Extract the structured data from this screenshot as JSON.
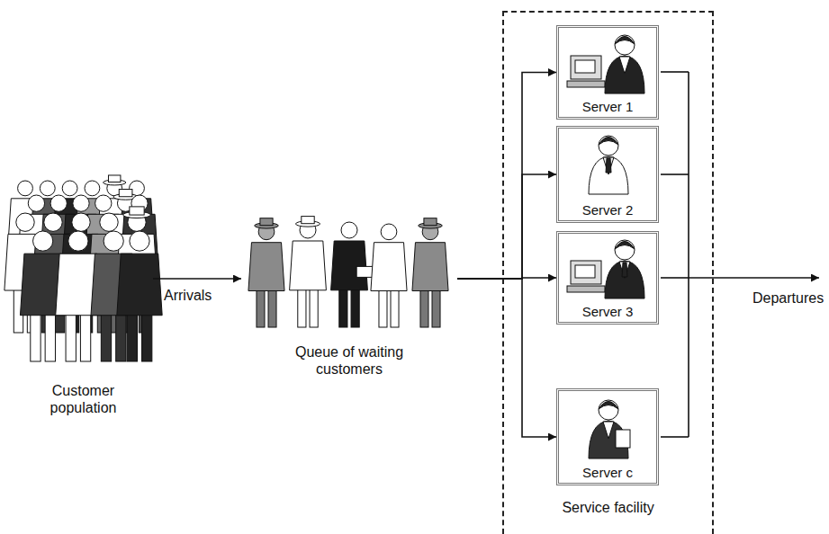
{
  "diagram": {
    "nodes": [
      {
        "text": [
          "Customer population"
        ]
      },
      {
        "text": [
          "Queue of waiting customers"
        ]
      },
      {
        "text": [
          "Service facility"
        ]
      },
      {
        "text": [
          "Server 1"
        ],
        "in": 2
      },
      {
        "text": [
          "Server 2"
        ],
        "in": 2
      },
      {
        "text": [
          "Server 3"
        ],
        "in": 2
      },
      {
        "text": [
          "Server c"
        ],
        "in": 2
      }
    ],
    "edges": [
      {
        "from": 0,
        "to": 1,
        "label": "Arrivals",
        "arrow": "to"
      },
      {
        "from": 1,
        "to": 3,
        "arrow": "to"
      },
      {
        "from": 1,
        "to": 4,
        "arrow": "to"
      },
      {
        "from": 1,
        "to": 5,
        "arrow": "to"
      },
      {
        "from": 1,
        "to": 6,
        "arrow": "to"
      }
    ],
    "labels": [
      "Departures"
    ]
  }
}
